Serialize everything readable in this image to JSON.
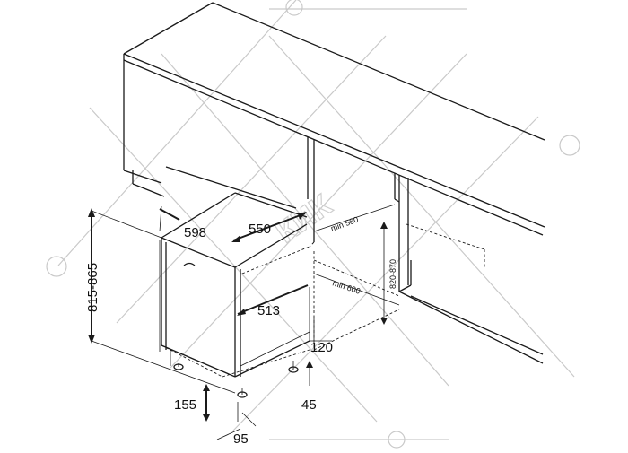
{
  "watermark": {
    "text": "КИК"
  },
  "dimensions": {
    "width": "598",
    "depth": "550",
    "inner_depth": "513",
    "height_range": "815-865",
    "niche_height": "820-870",
    "niche_width": "min 560",
    "niche_depth": "min 600",
    "plinth_height": "120",
    "plinth_setback": "45",
    "door_height": "155",
    "foot_offset": "95"
  },
  "colors": {
    "line": "#1a1a1a",
    "watermark": "#c9c9c9"
  }
}
